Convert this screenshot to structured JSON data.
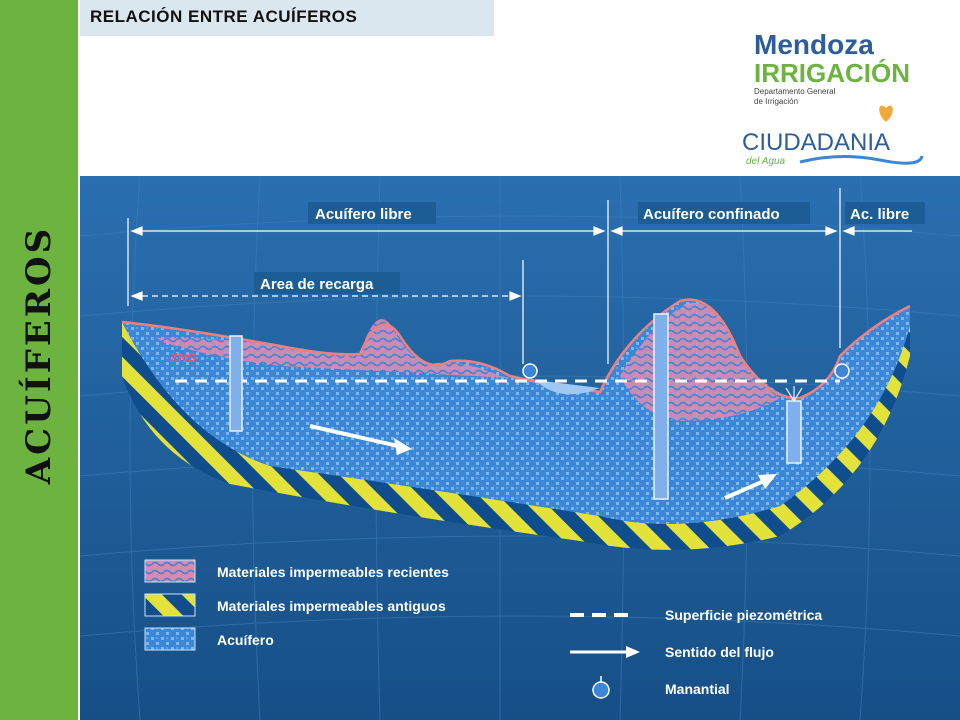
{
  "header": {
    "title": "RELACIÓN ENTRE  ACUÍFEROS"
  },
  "sidebar": {
    "title": "ACUÍFEROS"
  },
  "logos": {
    "mendoza": "Mendoza",
    "irrigacion": "IRRIGACIÓN",
    "dept_line1": "Departamento General",
    "dept_line2": "de Irrigación",
    "ciudadania": "CIUDADANIA",
    "del_agua": "del Agua"
  },
  "diagram": {
    "labels": {
      "acuifero_libre": "Acuífero libre",
      "acuifero_confinado": "Acuífero confinado",
      "ac_libre": "Ac. libre",
      "area_recarga": "Area de recarga",
      "zns": "ZNS"
    },
    "legend": {
      "recientes": "Materiales impermeables recientes",
      "antiguos": "Materiales impermeables antiguos",
      "acuifero": "Acuífero",
      "piezometrica": "Superficie piezométrica",
      "flujo": "Sentido del flujo",
      "manantial": "Manantial"
    }
  },
  "colors": {
    "sidebar": "#6db33f",
    "header_bg": "#dbe7ee",
    "diagram_bg": "#1d5d95",
    "aquifer": "#3b86d6",
    "clay_recent": "#d98ab0",
    "clay_old": "#e2e23a",
    "logo_blue": "#2d5d9a",
    "logo_green": "#6db33f"
  }
}
